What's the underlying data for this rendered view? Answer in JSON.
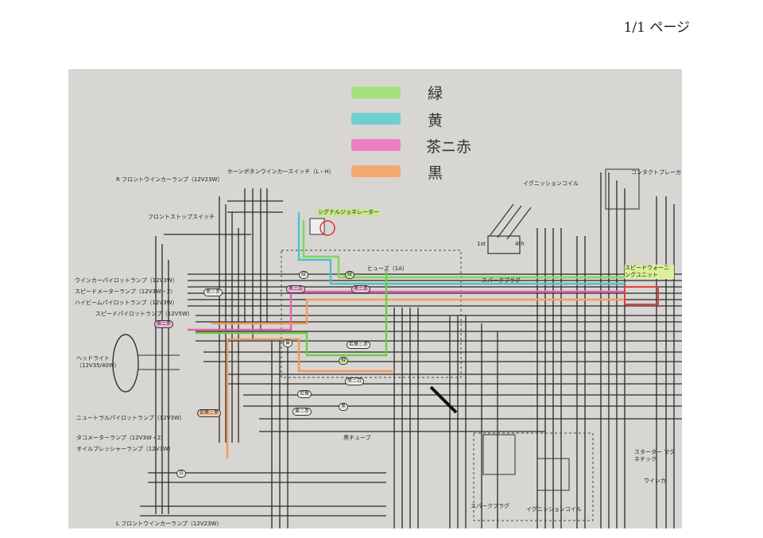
{
  "header": {
    "page_label": "1/1 ページ"
  },
  "legend": {
    "items": [
      {
        "color": "#a6e07e",
        "label": "緑"
      },
      {
        "color": "#6fcfd1",
        "label": "黄"
      },
      {
        "color": "#ec7fc4",
        "label": "茶ニ赤"
      },
      {
        "color": "#f2aa72",
        "label": "黒"
      }
    ]
  },
  "labels": {
    "front_winker_r": "R フロントウインカーランプ（12V23W）",
    "horn_switch": "ホーンボタンウインカースイッチ（L・H）",
    "front_stop_switch": "フロントストップスイッチ",
    "signal_relay": "シグナルジョネレーター",
    "fuse": "ヒューズ（1A）",
    "ignition_coil_top": "イグニッションコイル",
    "contact_breaker": "コンタクトブレーカー",
    "spark_plug_top": "スパークプラグ",
    "speed_warning": "スピードウォーニングユニット",
    "winker_pilot": "ウインカーパイロットランプ（12V3W）",
    "speedometer_lamp": "スピードメーターランプ（12V3W・2）",
    "highbeam_pilot": "ハイビームパイロットランプ（12V3W）",
    "speed_pilot": "スピードパイロットランプ（12V5W）",
    "headlight": "ヘッドライト（12V35/40W）",
    "neutral_pilot": "ニュートラルパイロットランプ（12V3W）",
    "tacho_lamp": "タコメーターランプ（12V3W・2）",
    "oil_pressure": "オイルプレッシャーランプ（12V3W）",
    "front_winker_l": "L フロントウインカーランプ（12V23W）",
    "spark_plug_bottom": "スパークプラグ",
    "ignition_coil_bottom": "イグニッションコイル",
    "starter_magnet": "スターター マグネチック",
    "winker_right": "ウインカ",
    "tube_label": "黒チューブ",
    "cyl_1st": "1st",
    "cyl_4th": "4th"
  },
  "wire_tags": {
    "tag1": "緑",
    "tag2": "黒ニ白",
    "tag3": "黒ニ赤",
    "tag4": "緑",
    "tag5": "黒ニ赤",
    "tag6": "茶ニ赤",
    "tag7": "黄",
    "tag8": "若葉ニ赤",
    "tag9": "黒ニ白",
    "tag10": "若葉",
    "tag11": "黒",
    "tag12": "黄ニ赤",
    "tag13": "若葉ニ黒",
    "tag14": "白",
    "tag15": "緑"
  }
}
